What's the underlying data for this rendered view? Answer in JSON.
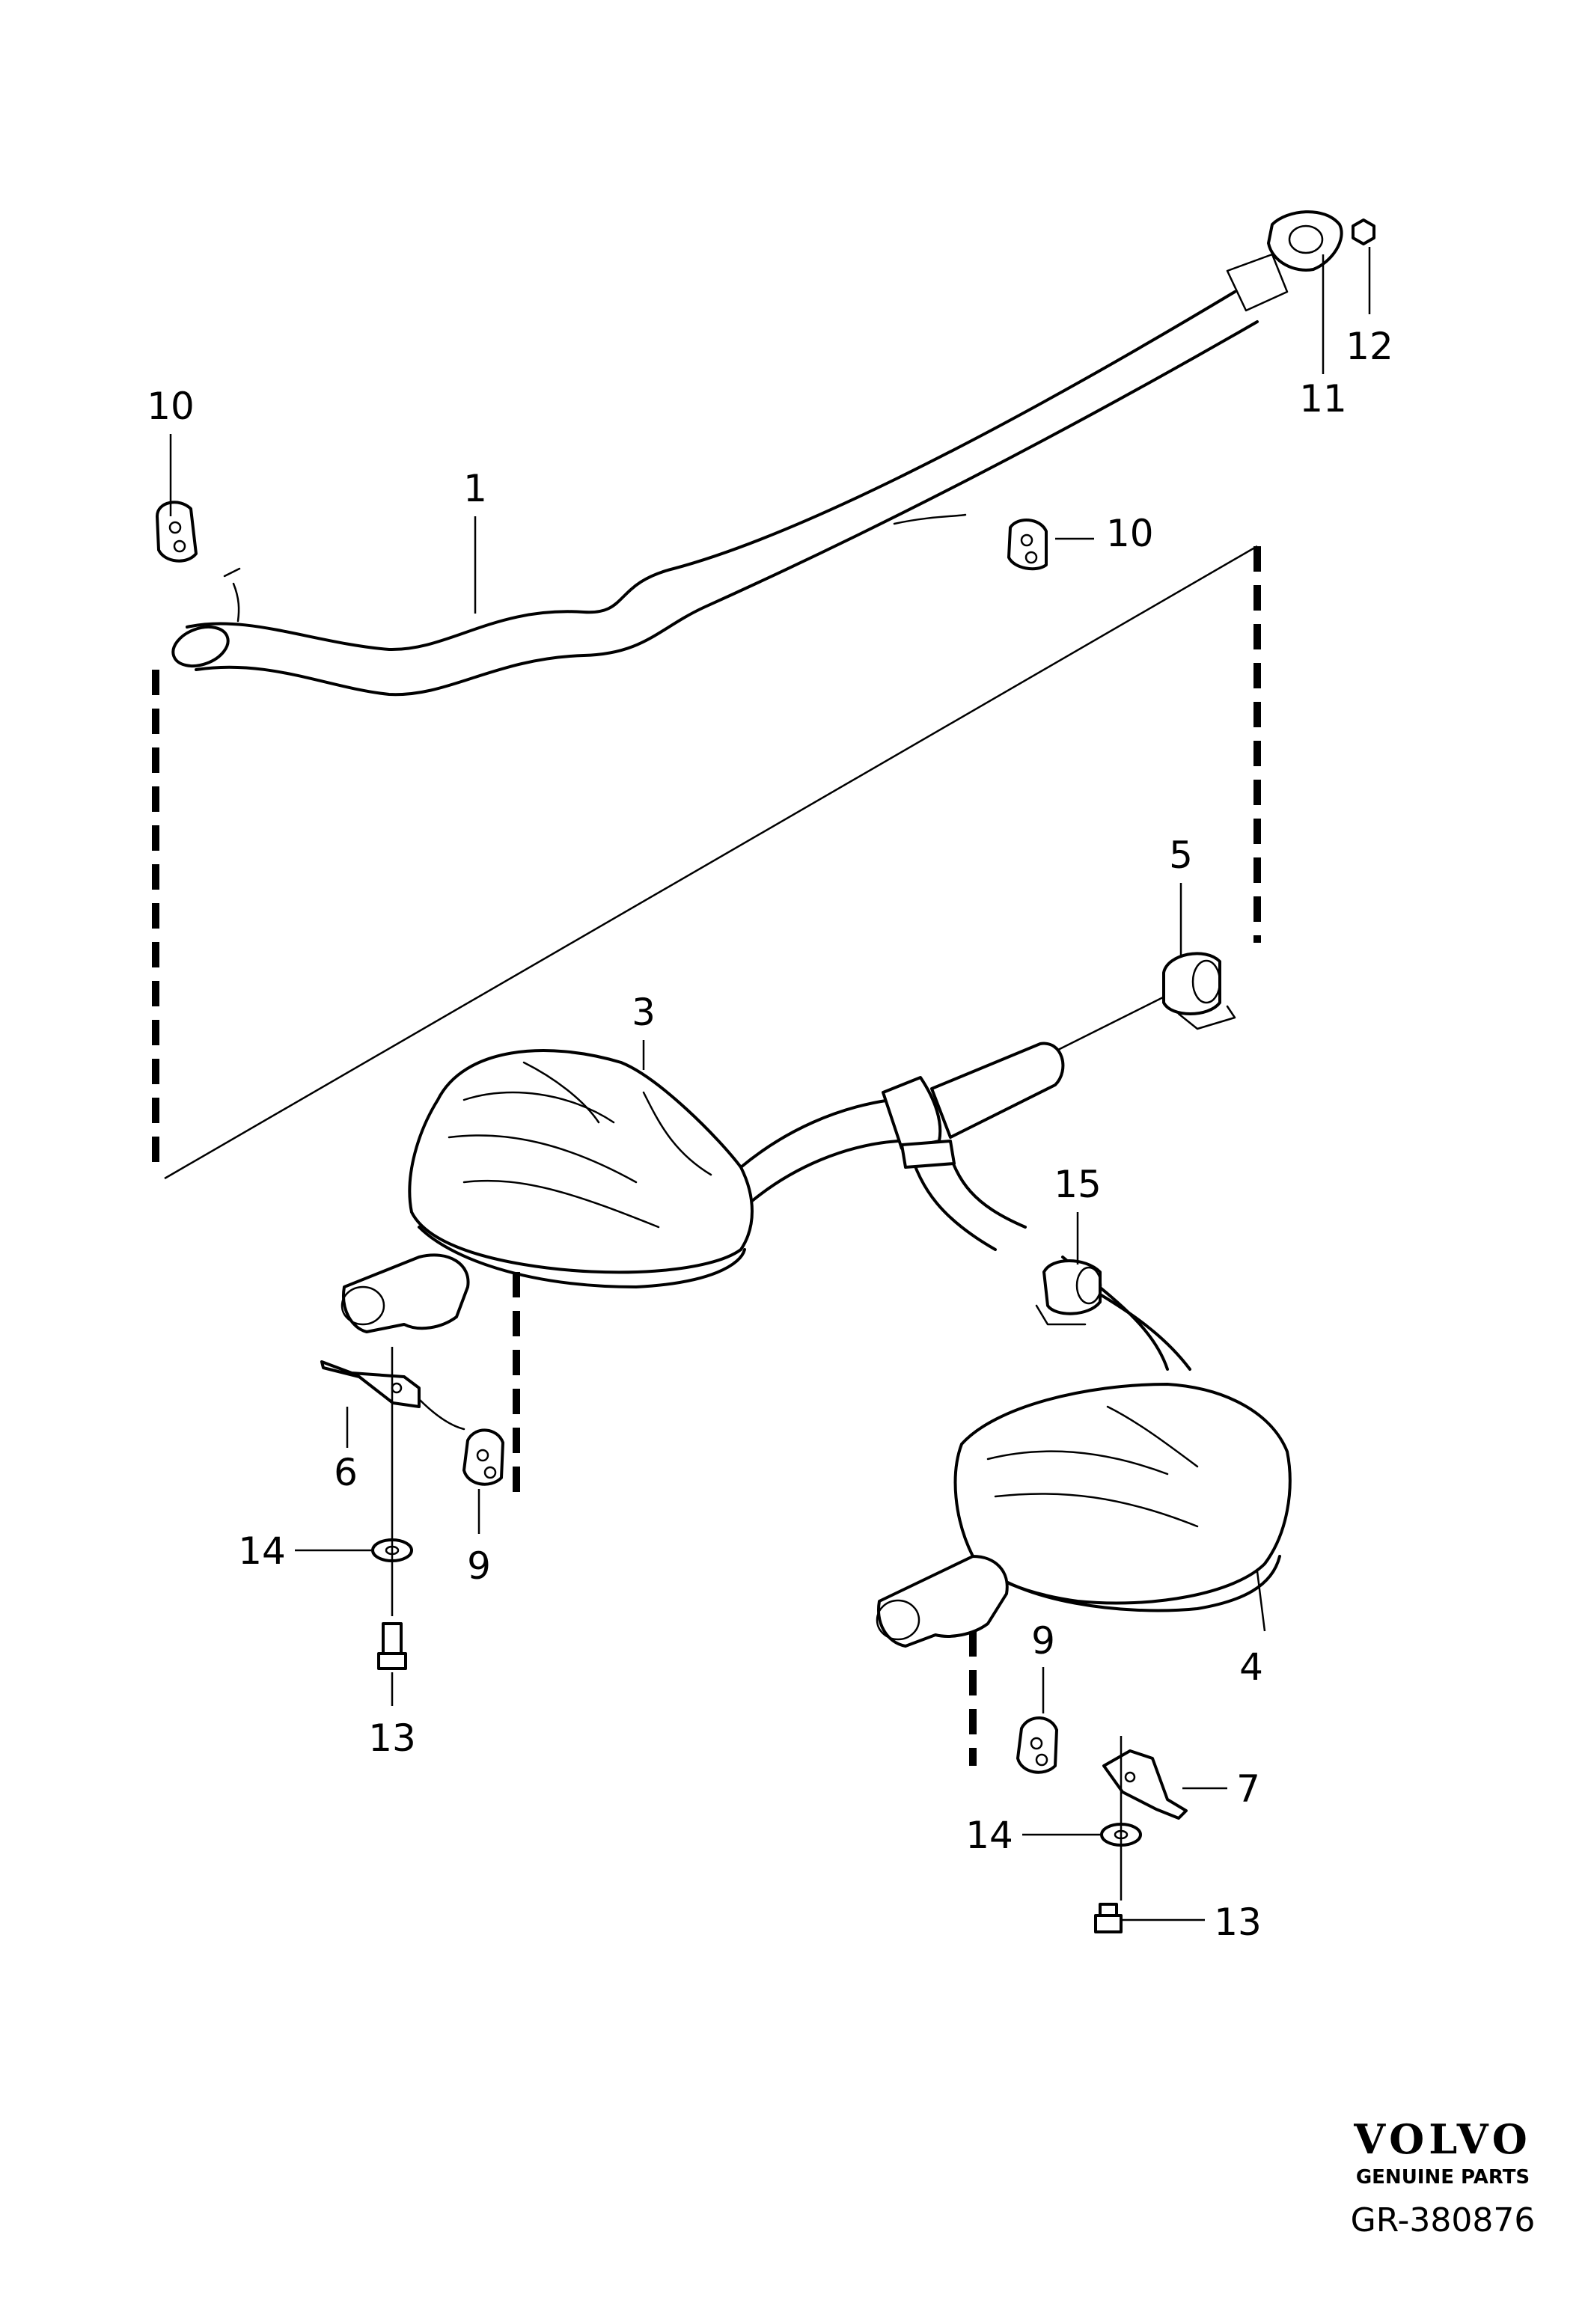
{
  "diagram": {
    "part_labels": [
      "1",
      "3",
      "4",
      "5",
      "6",
      "7",
      "9",
      "9",
      "10",
      "10",
      "11",
      "12",
      "13",
      "13",
      "14",
      "14",
      "15"
    ]
  },
  "brand": {
    "logo": "VOLVO",
    "tagline": "GENUINE PARTS"
  },
  "drawing_code": "GR-380876"
}
